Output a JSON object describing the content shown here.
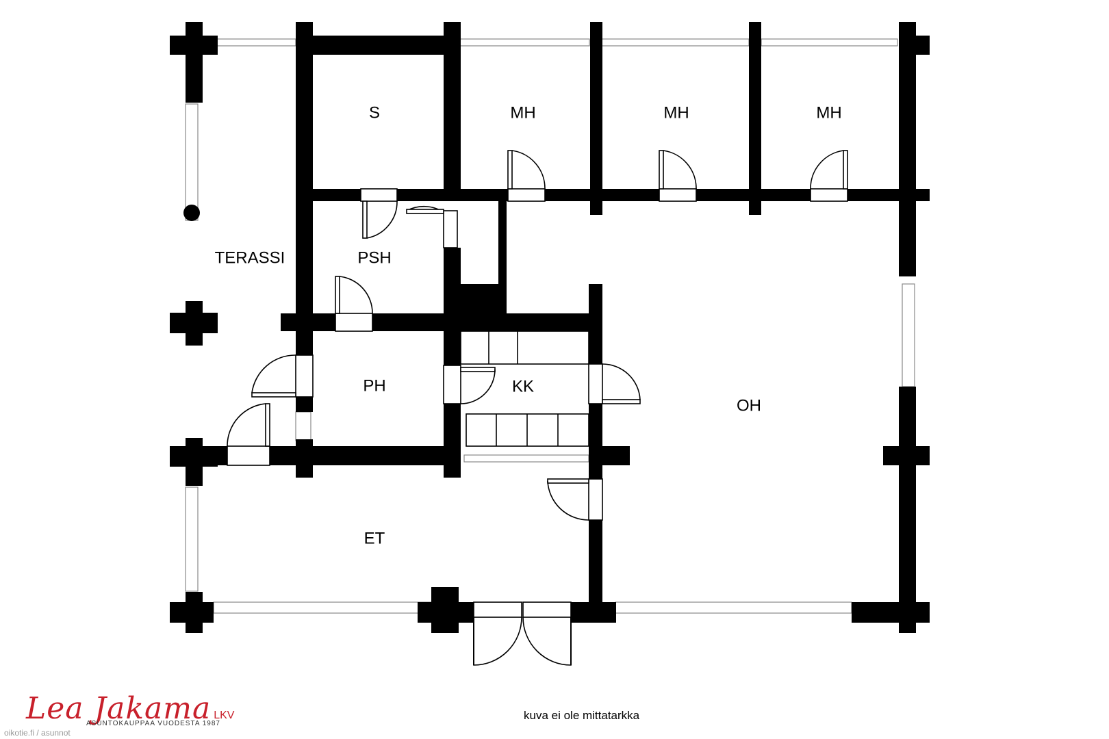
{
  "rooms": {
    "s": "S",
    "mh1": "MH",
    "mh2": "MH",
    "mh3": "MH",
    "terassi": "TERASSI",
    "psh": "PSH",
    "ph": "PH",
    "kk": "KK",
    "oh": "OH",
    "et": "ET"
  },
  "note": "kuva ei ole mittatarkka",
  "logo": {
    "name": "Lea Jakama",
    "suffix": "LKV",
    "tagline": "ASUNTOKAUPPAA VUODESTA 1987"
  },
  "watermark": "oikotie.fi / asunnot",
  "colors": {
    "wall": "#000000",
    "brand": "#c8202b"
  }
}
